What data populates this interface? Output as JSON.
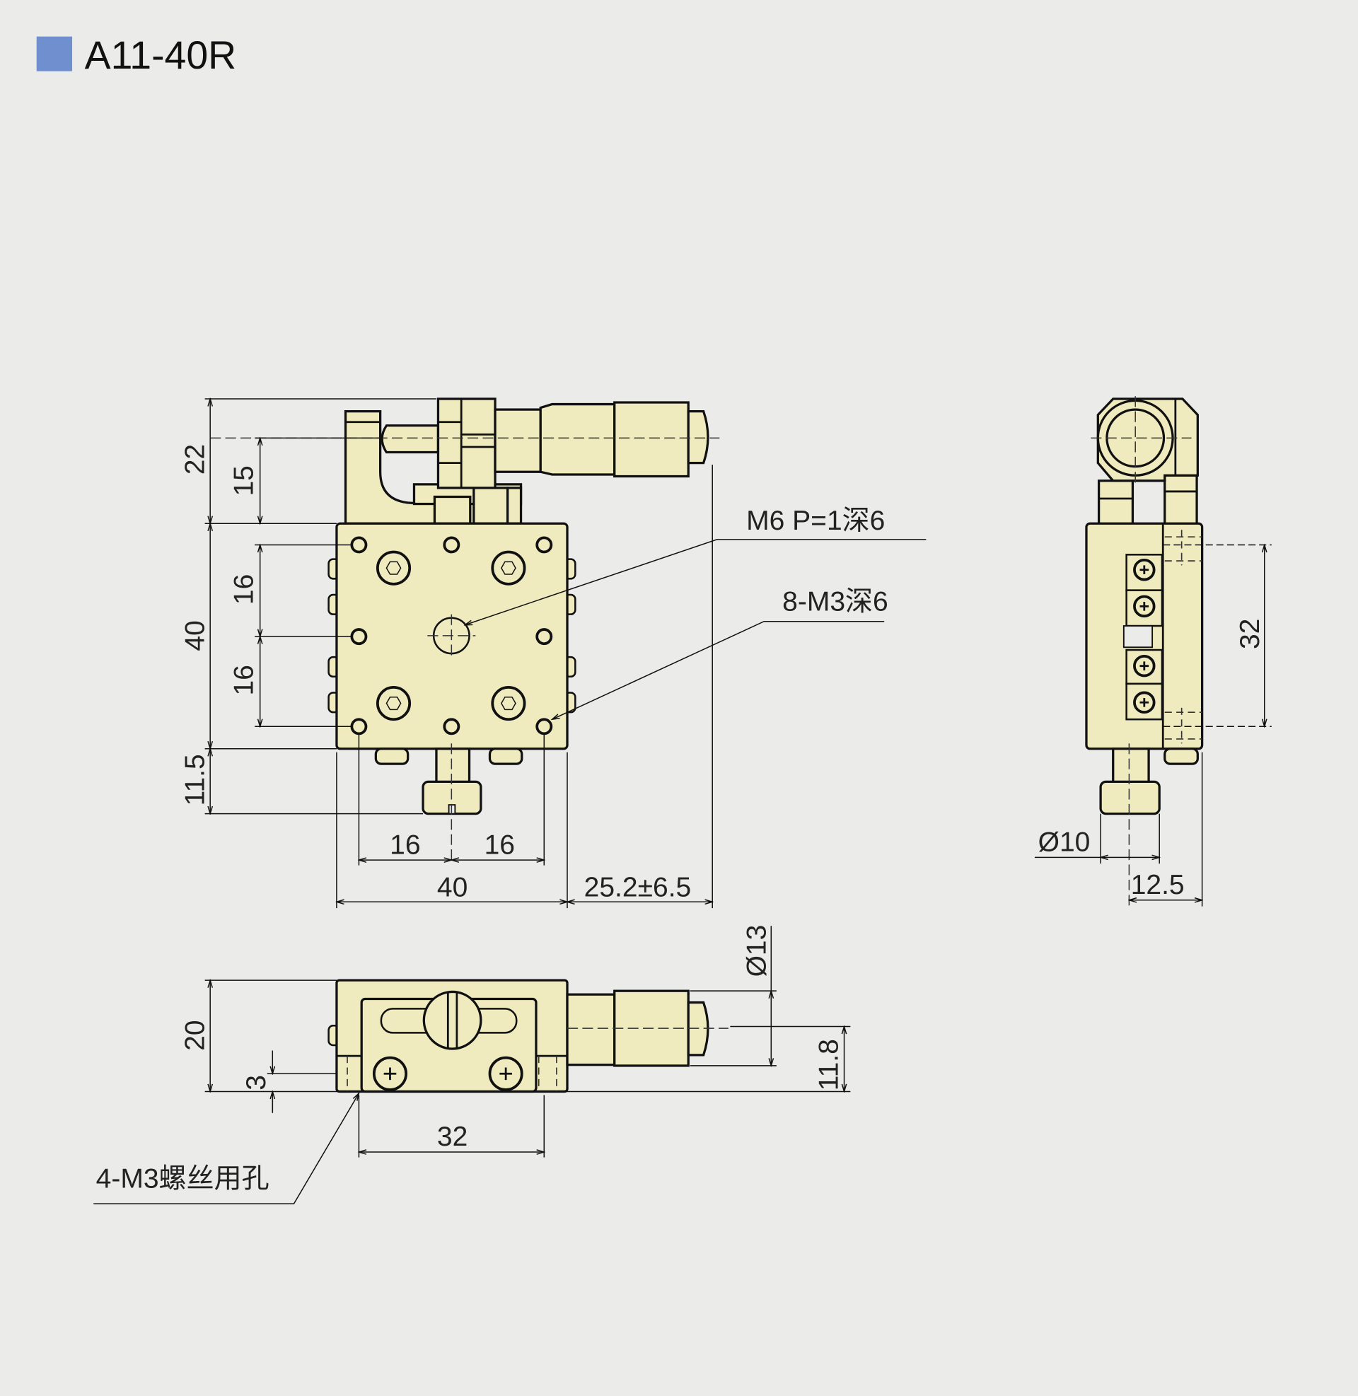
{
  "title": "A11-40R",
  "colors": {
    "title_marker": "#6f8fcf",
    "part_fill": "#efebbe",
    "background": "#ebebea"
  },
  "front_view": {
    "dim_22": "22",
    "dim_15": "15",
    "dim_40_v": "40",
    "dim_16_v1": "16",
    "dim_16_v2": "16",
    "dim_11_5": "11.5",
    "dim_16_h1": "16",
    "dim_16_h2": "16",
    "dim_40_h": "40",
    "dim_travel": "25.2±6.5",
    "callout_m6": "M6 P=1深6",
    "callout_m3": "8-M3深6"
  },
  "side_view": {
    "dim_32": "32",
    "dim_d10": "Ø10",
    "dim_12_5": "12.5"
  },
  "bottom_view": {
    "dim_d13": "Ø13",
    "dim_20": "20",
    "dim_3": "3",
    "dim_11_8": "11.8",
    "dim_32": "32",
    "callout_holes": "4-M3螺丝用孔"
  }
}
